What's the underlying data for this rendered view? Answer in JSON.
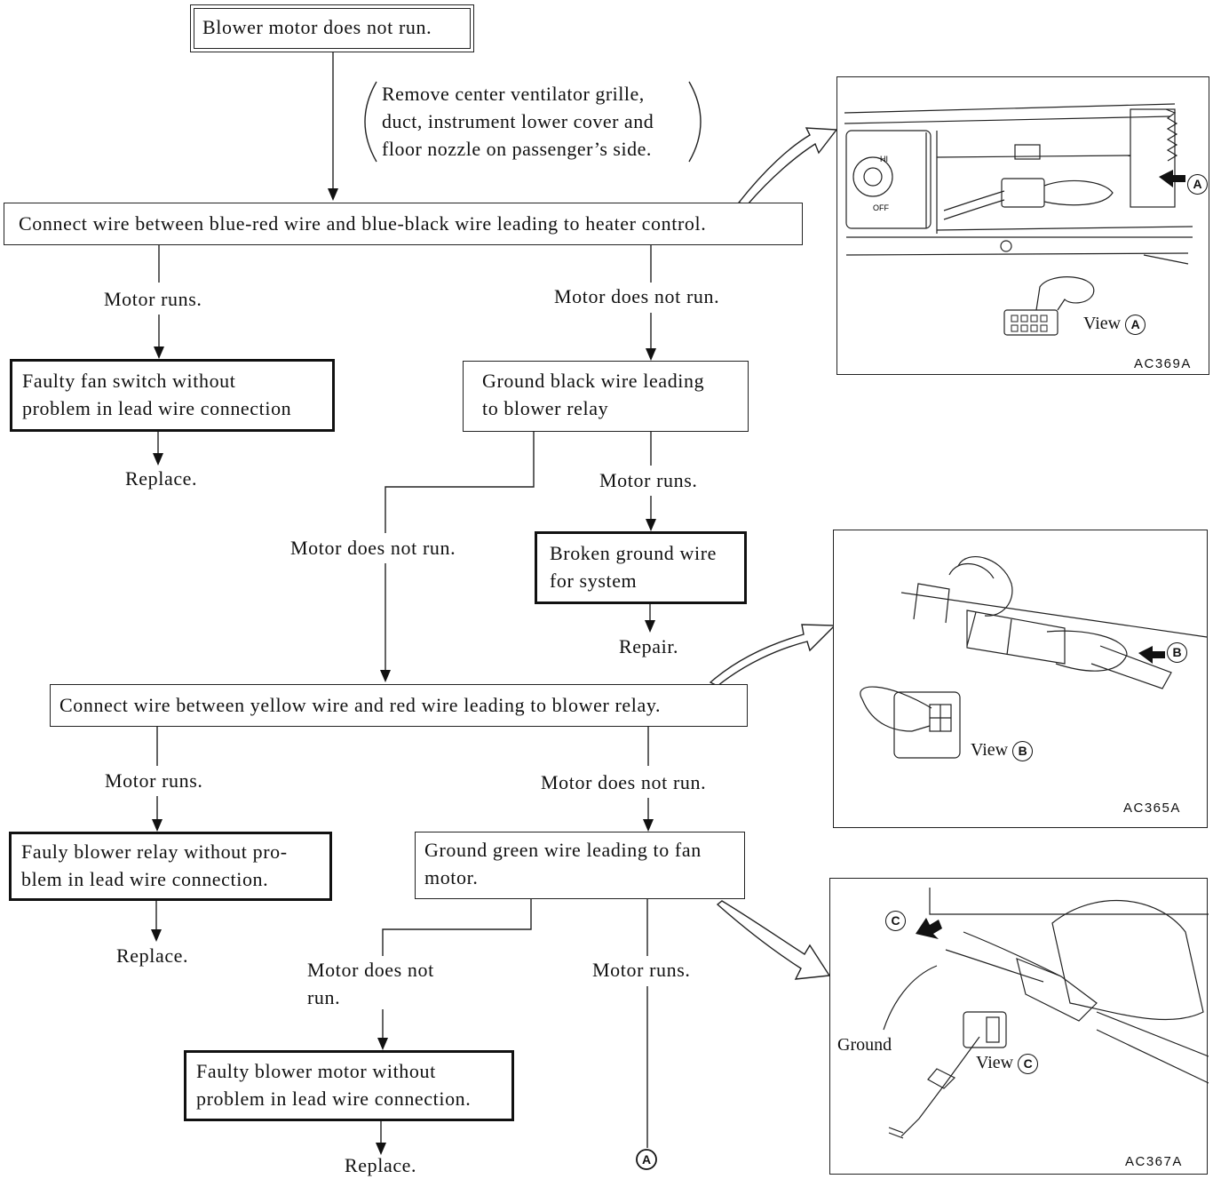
{
  "flow": {
    "start": "Blower motor does not run.",
    "note": {
      "line1": "Remove center ventilator grille,",
      "line2": "duct, instrument lower cover and",
      "line3": "floor nozzle on passenger’s side."
    },
    "step1": "Connect wire between blue-red wire and blue-black wire leading to heater control.",
    "step1_runs": "Motor runs.",
    "step1_not_run": "Motor does not run.",
    "fan_switch": {
      "line1": "Faulty fan switch without",
      "line2": "problem in lead wire connection"
    },
    "replace_1": "Replace.",
    "step2": {
      "line1": "Ground black wire leading",
      "line2": "to blower relay"
    },
    "step2_runs": "Motor runs.",
    "step2_not_run": "Motor does not run.",
    "ground_wire": {
      "line1": "Broken ground wire",
      "line2": "for system"
    },
    "repair": "Repair.",
    "step3": "Connect wire between yellow wire and red wire leading to blower relay.",
    "step3_runs": "Motor runs.",
    "step3_not_run": "Motor does not run.",
    "blower_relay": {
      "line1": "Fauly blower relay without pro-",
      "line2": "blem in lead wire connection."
    },
    "replace_2": "Replace.",
    "step4": {
      "line1": "Ground green wire leading to fan",
      "line2": "motor."
    },
    "step4_not_run": {
      "line1": "Motor does not",
      "line2": "run."
    },
    "step4_runs": "Motor runs.",
    "blower_motor": {
      "line1": "Faulty blower motor without",
      "line2": "problem in lead wire connection."
    },
    "replace_3": "Replace.",
    "connector_ref": "A"
  },
  "figures": [
    {
      "code": "AC369A",
      "view_label": "View",
      "view_letter": "A",
      "pointer_letter": "A",
      "switch_hi": "HI",
      "switch_off": "OFF"
    },
    {
      "code": "AC365A",
      "view_label": "View",
      "view_letter": "B",
      "pointer_letter": "B"
    },
    {
      "code": "AC367A",
      "view_label": "View",
      "view_letter": "C",
      "pointer_letter": "C",
      "ground_label": "Ground"
    }
  ]
}
